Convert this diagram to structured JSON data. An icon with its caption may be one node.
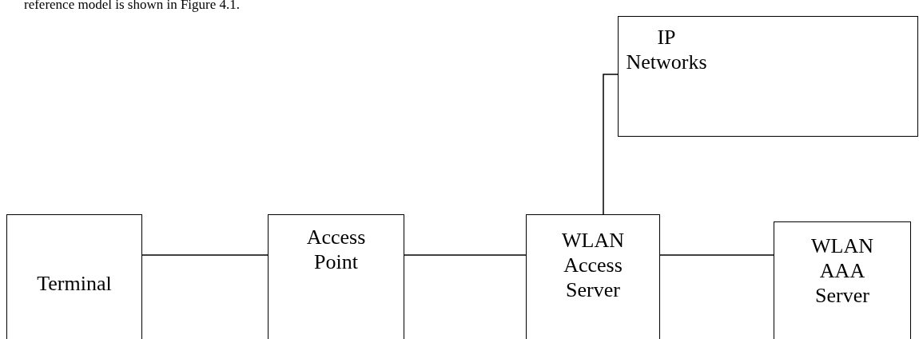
{
  "diagram": {
    "nodes": [
      {
        "text": [
          "IP Networks"
        ]
      },
      {
        "text": [
          "Terminal"
        ]
      },
      {
        "text": [
          "Access Point"
        ]
      },
      {
        "text": [
          "WLAN Access Server"
        ]
      },
      {
        "text": [
          "WLAN AAA Server"
        ]
      }
    ],
    "edges": [
      {
        "from": 3,
        "to": 0,
        "arrow": "none"
      },
      {
        "from": 1,
        "to": 2,
        "arrow": "none"
      },
      {
        "from": 2,
        "to": 3,
        "arrow": "none"
      },
      {
        "from": 3,
        "to": 4,
        "arrow": "none"
      }
    ],
    "labels": [
      "reference model is shown in Figure 4.1."
    ]
  }
}
